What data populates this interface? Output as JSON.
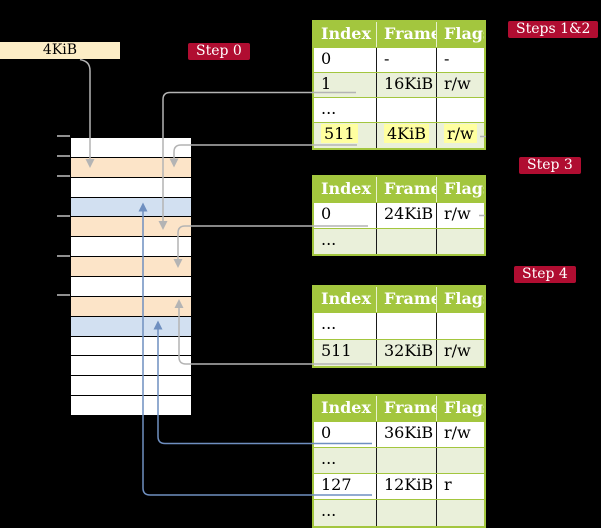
{
  "frame_label": "4KiB",
  "badges": {
    "step0": "Step 0",
    "steps12": "Steps 1&2",
    "step3": "Step 3",
    "step4": "Step 4"
  },
  "physical_memory": {
    "rows": [
      "free",
      "pt",
      "free",
      "page",
      "pt",
      "free",
      "pt",
      "free",
      "pt",
      "page",
      "free",
      "free",
      "free",
      "free"
    ],
    "tick_count": 6
  },
  "tables": [
    {
      "headers": [
        "Index",
        "Frame",
        "Flags"
      ],
      "rows": [
        [
          "0",
          "-",
          "-"
        ],
        [
          "1",
          "16KiB",
          "r/w"
        ],
        [
          "...",
          "",
          ""
        ],
        [
          "511",
          "4KiB",
          "r/w"
        ]
      ],
      "highlight_row": 3
    },
    {
      "headers": [
        "Index",
        "Frame",
        "Flags"
      ],
      "rows": [
        [
          "0",
          "24KiB",
          "r/w"
        ],
        [
          "...",
          "",
          ""
        ]
      ],
      "highlight_row": -1
    },
    {
      "headers": [
        "Index",
        "Frame",
        "Flags"
      ],
      "rows": [
        [
          "...",
          "",
          ""
        ],
        [
          "511",
          "32KiB",
          "r/w"
        ]
      ],
      "highlight_row": -1
    },
    {
      "headers": [
        "Index",
        "Frame",
        "Flags"
      ],
      "rows": [
        [
          "0",
          "36KiB",
          "r/w"
        ],
        [
          "...",
          "",
          ""
        ],
        [
          "127",
          "12KiB",
          "r"
        ],
        [
          "...",
          "",
          ""
        ]
      ],
      "highlight_row": -1
    }
  ],
  "colors": {
    "header-green": "#a3c63e",
    "row-green": "#eaf0da",
    "frame-orange": "#fce4c8",
    "frame-blue": "#d2e0f1",
    "cream": "#fcedc6",
    "badge-red": "#b00d31",
    "highlight-yellow": "#ffffa0",
    "line-gray": "#b4b4b4",
    "line-blue": "#6f8fc0",
    "tick-gray": "#909090",
    "cell-border-dark": "#1a1a1a"
  }
}
